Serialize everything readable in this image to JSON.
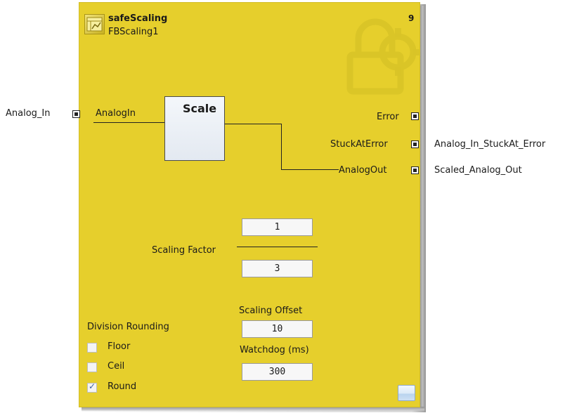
{
  "block": {
    "type_name": "safeScaling",
    "instance_name": "FBScaling1",
    "execution_order": "9",
    "function_title": "Scale"
  },
  "inputs": [
    {
      "external_variable": "Analog_In",
      "pin_label": "AnalogIn"
    }
  ],
  "outputs": [
    {
      "pin_label": "Error",
      "external_variable": ""
    },
    {
      "pin_label": "StuckAtError",
      "external_variable": "Analog_In_StuckAt_Error"
    },
    {
      "pin_label": "AnalogOut",
      "external_variable": "Scaled_Analog_Out"
    }
  ],
  "scaling_factor": {
    "label": "Scaling Factor",
    "numerator": "1",
    "denominator": "3"
  },
  "scaling_offset": {
    "label": "Scaling Offset",
    "value": "10"
  },
  "watchdog": {
    "label": "Watchdog (ms)",
    "value": "300"
  },
  "division_rounding": {
    "label": "Division Rounding",
    "options": [
      {
        "label": "Floor",
        "checked": false
      },
      {
        "label": "Ceil",
        "checked": false
      },
      {
        "label": "Round",
        "checked": true
      }
    ]
  },
  "icons": {
    "block_icon": "function-block-icon",
    "watermark": "safety-lock-gear-icon",
    "corner_button": "resize-icon"
  },
  "colors": {
    "block_fill": "#e6cf2c",
    "function_box_fill": "#eef2f7"
  }
}
